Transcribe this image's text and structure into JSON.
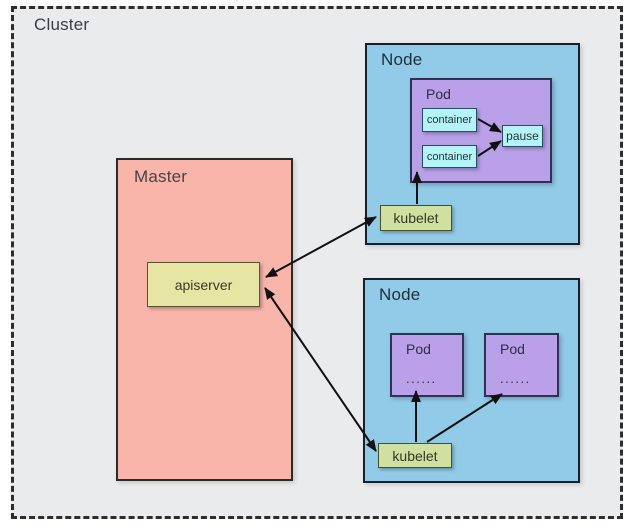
{
  "colors": {
    "canvas_bg": "#ffffff",
    "cluster_bg": "#e9ebec",
    "cluster_border": "#2d2d2d",
    "master_fill": "#fab5aa",
    "master_border": "#2b2b2b",
    "apiserver_fill": "#e7e5a3",
    "apiserver_border": "#55552e",
    "node_fill": "#92cbe8",
    "node_border": "#15202b",
    "pod_fill": "#b9a0e8",
    "pod_border": "#2a3350",
    "container_fill": "#b4f3f6",
    "container_border": "#2b4a66",
    "kubelet_fill": "#cfe0a1",
    "kubelet_border": "#485126",
    "label_color": "#3a3f44",
    "arrow_color": "#111111"
  },
  "cluster": {
    "label": "Cluster",
    "master": {
      "label": "Master",
      "apiserver": {
        "label": "apiserver"
      }
    },
    "node_top": {
      "label": "Node",
      "pod": {
        "label": "Pod",
        "containers": [
          "container",
          "container"
        ],
        "pause": {
          "label": "pause"
        }
      },
      "kubelet": {
        "label": "kubelet"
      }
    },
    "node_bottom": {
      "label": "Node",
      "pods": [
        {
          "label": "Pod",
          "dots": "......"
        },
        {
          "label": "Pod",
          "dots": "......"
        }
      ],
      "kubelet": {
        "label": "kubelet"
      }
    }
  },
  "arrows": [
    {
      "name": "container1-to-pause",
      "double": false
    },
    {
      "name": "container2-to-pause",
      "double": false
    },
    {
      "name": "kubelet-top-to-pod",
      "double": false
    },
    {
      "name": "apiserver-to-kubelet-top",
      "double": true
    },
    {
      "name": "apiserver-to-kubelet-bottom",
      "double": true
    },
    {
      "name": "kubelet-bottom-to-pod1",
      "double": false
    },
    {
      "name": "kubelet-bottom-to-pod2",
      "double": false
    }
  ]
}
